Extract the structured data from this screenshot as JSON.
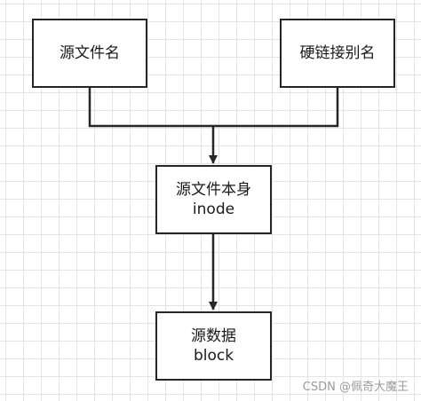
{
  "diagram": {
    "nodes": {
      "source_filename": {
        "lines": [
          "源文件名"
        ]
      },
      "hardlink_name": {
        "lines": [
          "硬链接别名"
        ]
      },
      "inode": {
        "lines": [
          "源文件本身",
          "inode"
        ]
      },
      "data_block": {
        "lines": [
          "源数据",
          "block"
        ]
      }
    },
    "edges": [
      {
        "from": "source_filename",
        "to": "inode"
      },
      {
        "from": "hardlink_name",
        "to": "inode"
      },
      {
        "from": "inode",
        "to": "data_block"
      }
    ]
  },
  "watermark": {
    "text": "CSDN @佩奇大魔王"
  },
  "colors": {
    "line": "#262626",
    "grid": "#e4e4e4",
    "watermark": "#9a9a9a"
  }
}
